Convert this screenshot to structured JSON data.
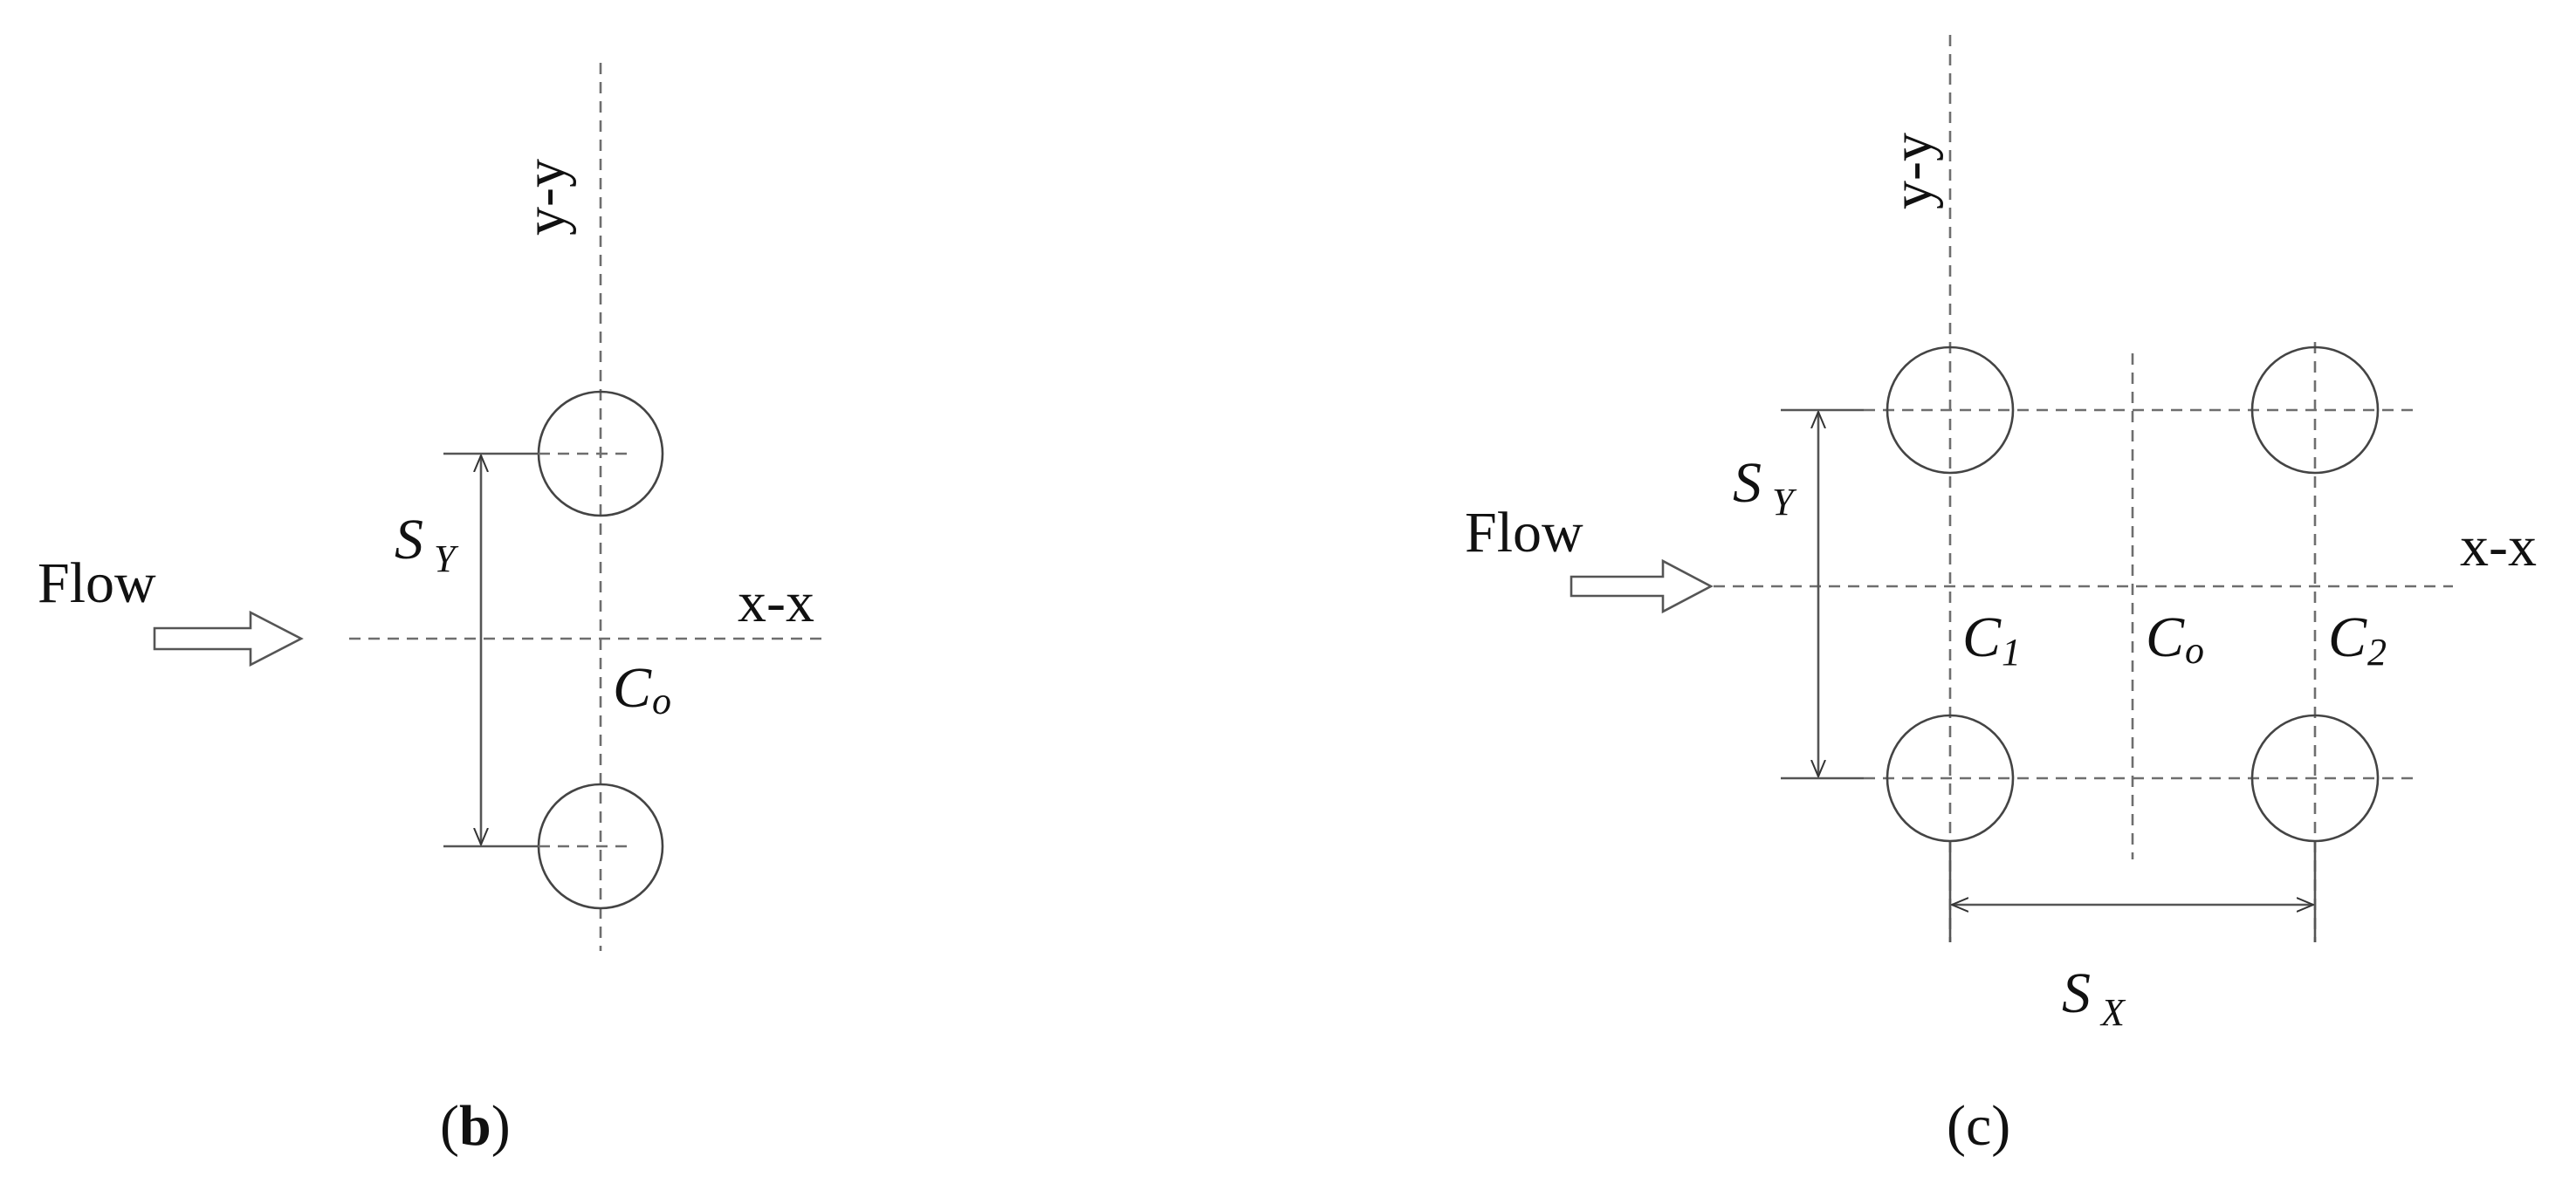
{
  "panel_b": {
    "caption_open": "(",
    "caption_letter": "b",
    "caption_close": ")",
    "flow_label": "Flow",
    "axis_x_label": "x-x",
    "axis_y_label": "y-y",
    "center_label": "C",
    "center_sub": "o",
    "spacing_label": "S",
    "spacing_sub": "Y"
  },
  "panel_c": {
    "caption": "(c)",
    "flow_label": "Flow",
    "axis_x_label": "x-x",
    "axis_y_label": "y-y",
    "c1_label": "C",
    "c1_sub": "1",
    "co_label": "C",
    "co_sub": "o",
    "c2_label": "C",
    "c2_sub": "2",
    "sy_label": "S",
    "sy_sub": "Y",
    "sx_label": "S",
    "sx_sub": "X"
  }
}
